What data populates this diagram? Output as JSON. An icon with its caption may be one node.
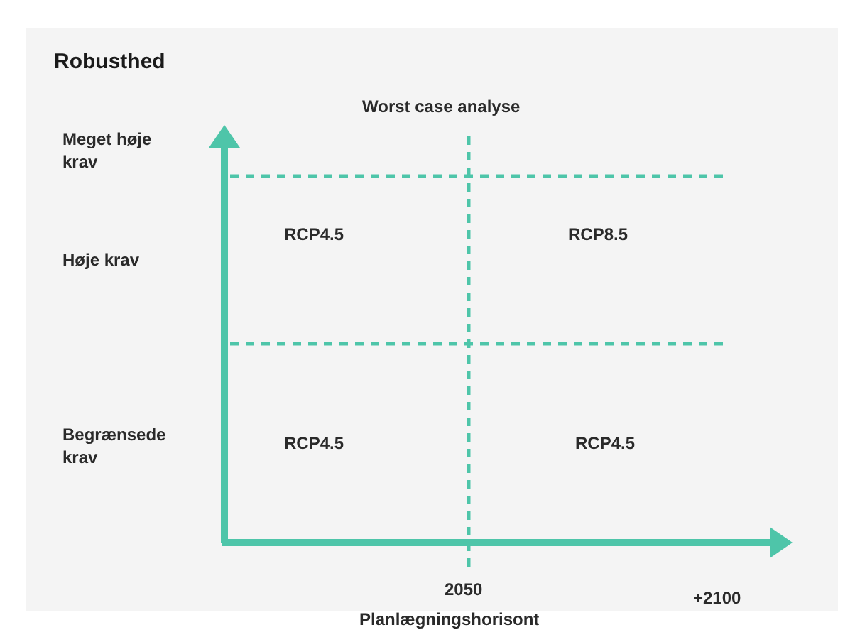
{
  "diagram": {
    "title": "Robusthed",
    "labels": [
      "Worst case analyse",
      "Meget høje krav",
      "Høje krav",
      "RCP4.5",
      "RCP8.5",
      "Begrænsede krav",
      "RCP4.5",
      "RCP4.5",
      "2050",
      "+2100",
      "Planlægningshorisont"
    ]
  }
}
